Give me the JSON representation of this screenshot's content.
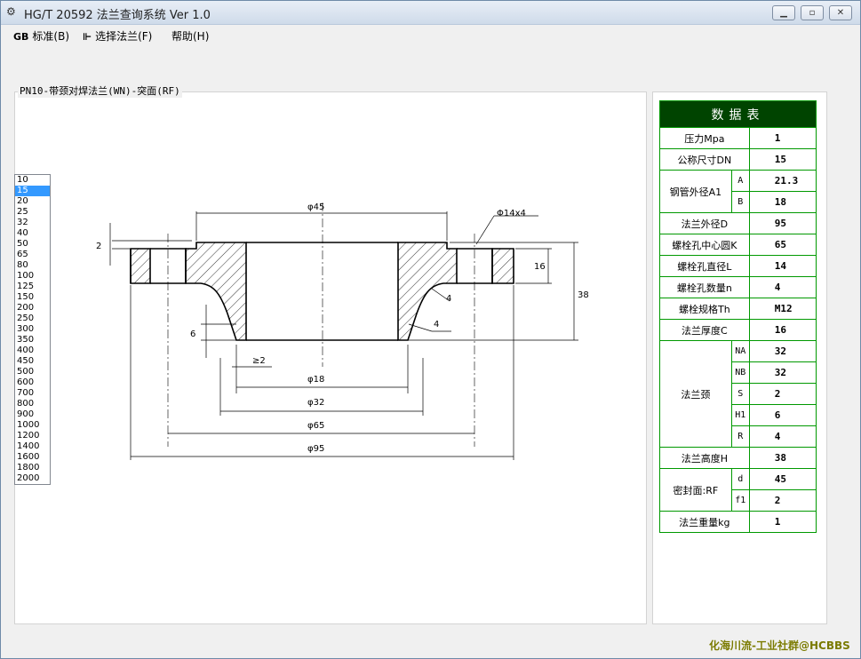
{
  "window": {
    "title": "HG/T 20592 法兰查询系统 Ver 1.0",
    "app_icon": "flange-app-icon"
  },
  "menu": {
    "items": [
      {
        "icon": "GB",
        "label": "标准(B)"
      },
      {
        "icon": "⊩",
        "label": "选择法兰(F)"
      },
      {
        "icon": "",
        "label": "帮助(H)"
      }
    ]
  },
  "drawing": {
    "title": "PN10-带颈对焊法兰(WN)-突面(RF)",
    "dims": {
      "d": "φ45",
      "bolt": "Φ14x4",
      "f1": "2",
      "c": "16",
      "h": "38",
      "r1": "4",
      "r2": "4",
      "h1": "6",
      "s": "≥2",
      "b": "φ18",
      "k32": "φ32",
      "k": "φ65",
      "d95": "φ95"
    }
  },
  "dn_list": {
    "items": [
      "10",
      "15",
      "20",
      "25",
      "32",
      "40",
      "50",
      "65",
      "80",
      "100",
      "125",
      "150",
      "200",
      "250",
      "300",
      "350",
      "400",
      "450",
      "500",
      "600",
      "700",
      "800",
      "900",
      "1000",
      "1200",
      "1400",
      "1600",
      "1800",
      "2000"
    ],
    "selected": "15"
  },
  "data_table": {
    "header": "数据表",
    "rows": {
      "pressure": {
        "label": "压力Mpa",
        "value": "1"
      },
      "dn": {
        "label": "公称尺寸DN",
        "value": "15"
      },
      "pipe_od": {
        "label": "钢管外径A1",
        "a_key": "A",
        "a_val": "21.3",
        "b_key": "B",
        "b_val": "18"
      },
      "flange_od": {
        "label": "法兰外径D",
        "value": "95"
      },
      "bolt_circle": {
        "label": "螺栓孔中心圆K",
        "value": "65"
      },
      "bolt_hole_d": {
        "label": "螺栓孔直径L",
        "value": "14"
      },
      "bolt_count": {
        "label": "螺栓孔数量n",
        "value": "4"
      },
      "bolt_spec": {
        "label": "螺栓规格Th",
        "value": "M12"
      },
      "thickness": {
        "label": "法兰厚度C",
        "value": "16"
      },
      "neck": {
        "label": "法兰颈",
        "items": [
          {
            "key": "NA",
            "val": "32"
          },
          {
            "key": "NB",
            "val": "32"
          },
          {
            "key": "S",
            "val": "2"
          },
          {
            "key": "H1",
            "val": "6"
          },
          {
            "key": "R",
            "val": "4"
          }
        ]
      },
      "height": {
        "label": "法兰高度H",
        "value": "38"
      },
      "seal": {
        "label": "密封面:RF",
        "d_key": "d",
        "d_val": "45",
        "f1_key": "f1",
        "f1_val": "2"
      },
      "weight": {
        "label": "法兰重量kg",
        "value": "1"
      }
    }
  },
  "footer": {
    "credit": "化海川流-工业社群@HCBBS"
  }
}
